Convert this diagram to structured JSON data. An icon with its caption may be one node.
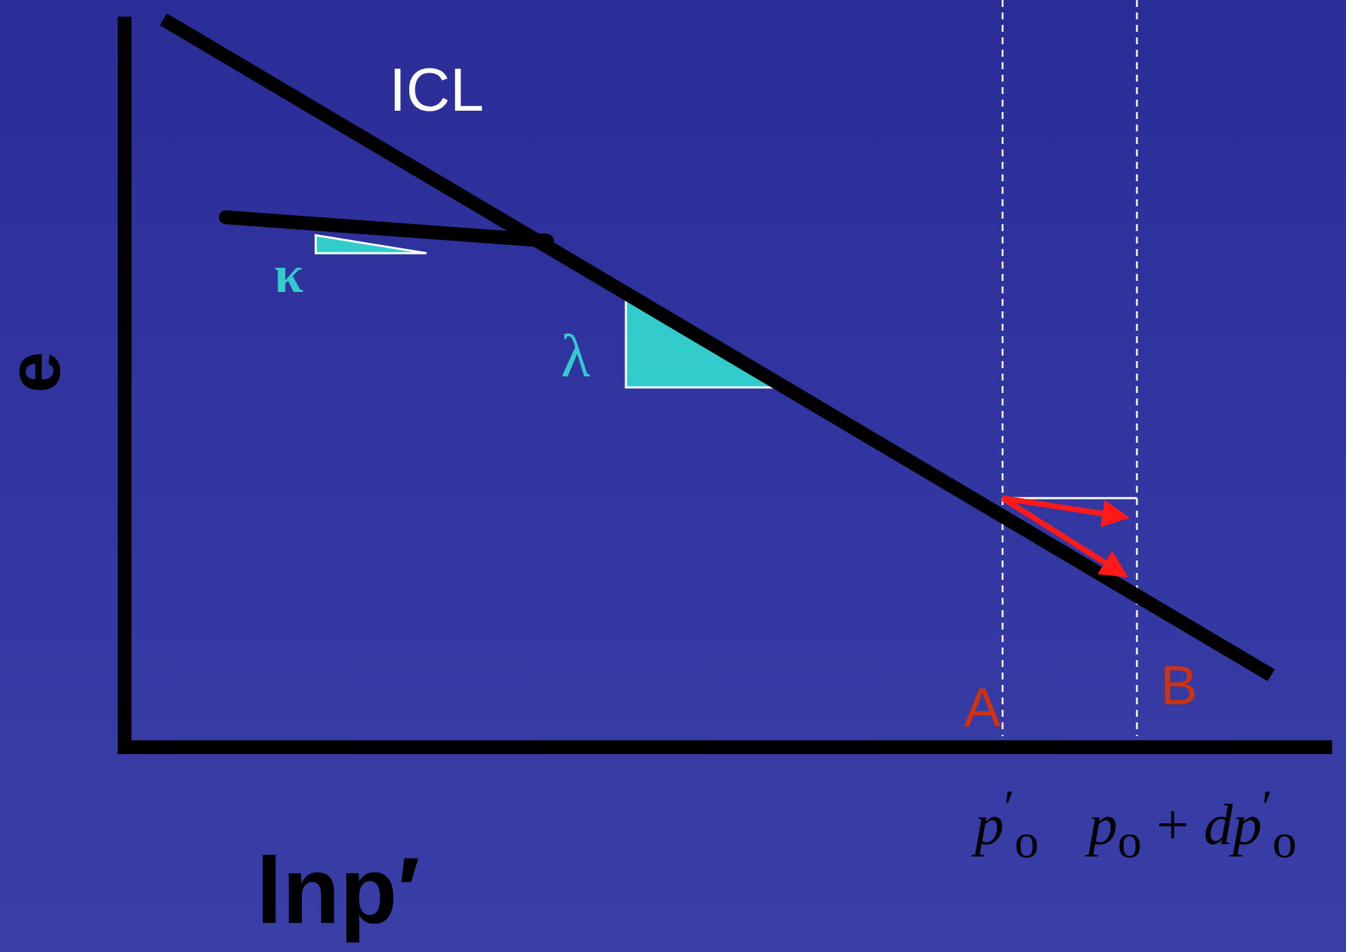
{
  "diagram": {
    "labels": [
      "ICL",
      "κ",
      "e",
      "λ",
      "A",
      "B",
      "*p*$^{′}$$_{o}$",
      "*p*$_{o}$ + *dp*$^{′}$$_{o}$",
      "lnp′"
    ]
  }
}
